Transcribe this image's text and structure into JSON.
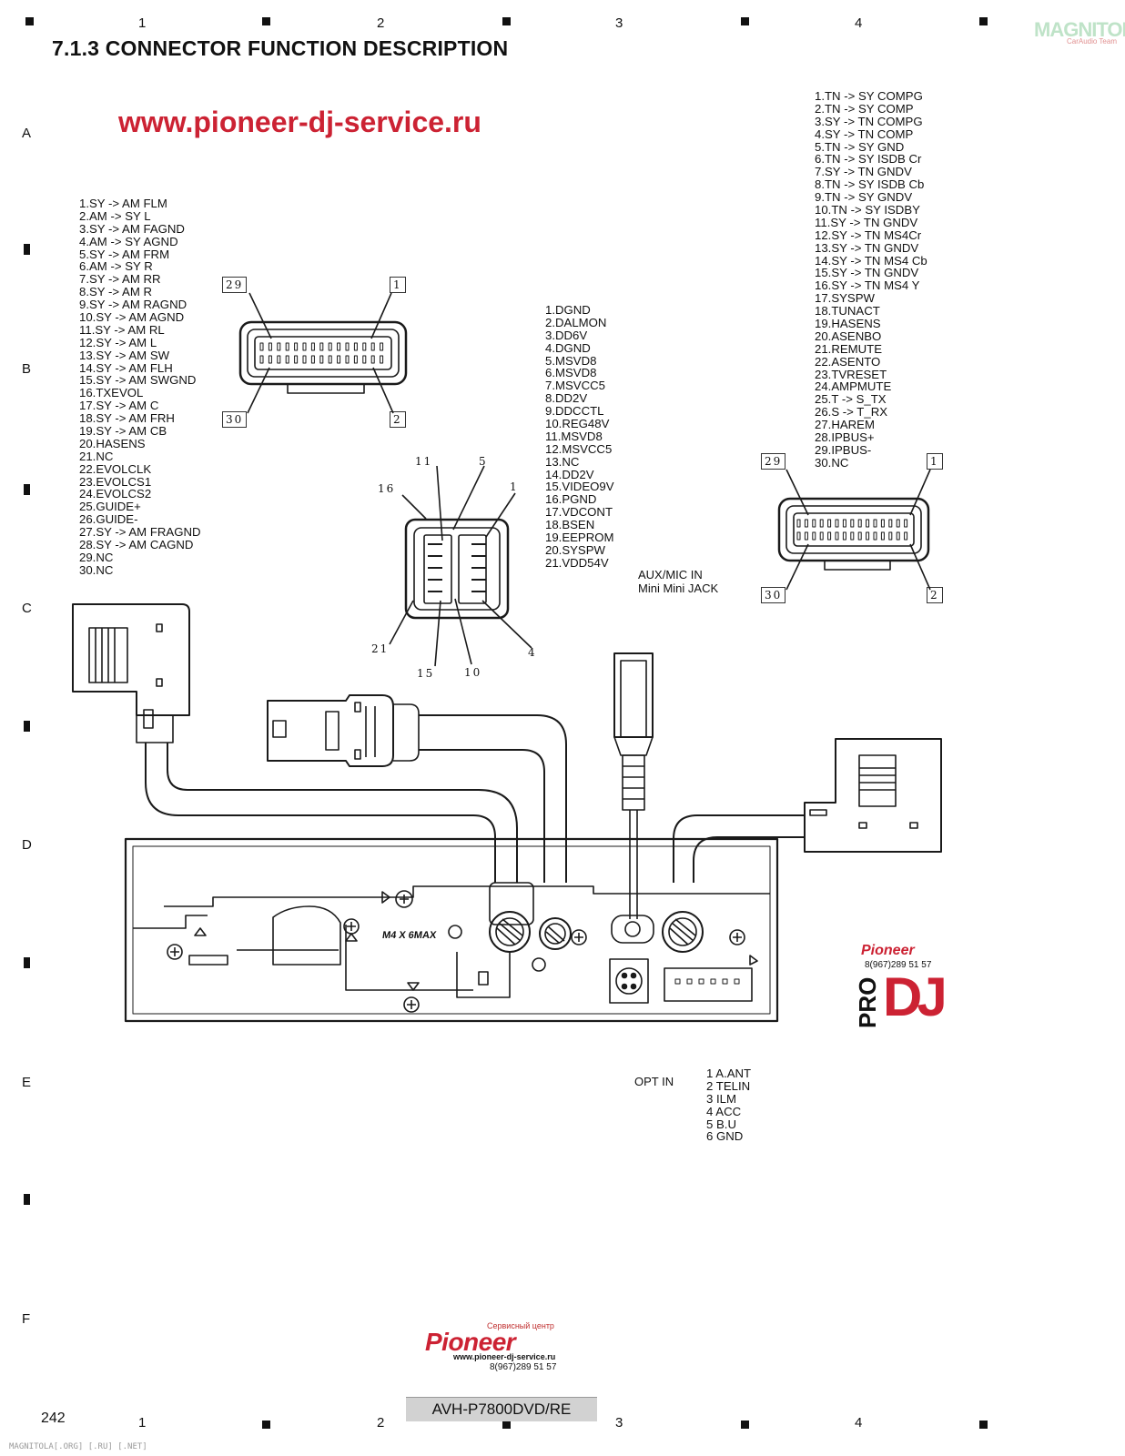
{
  "header": {
    "title": "7.1.3  CONNECTOR FUNCTION DESCRIPTION",
    "url": "www.pioneer-dj-service.ru",
    "col_labels": [
      "1",
      "2",
      "3",
      "4"
    ],
    "row_labels": [
      "A",
      "B",
      "C",
      "D",
      "E",
      "F"
    ]
  },
  "left_connector": {
    "pins": [
      "1.SY -> AM FLM",
      "2.AM -> SY L",
      "3.SY -> AM FAGND",
      "4.AM -> SY AGND",
      "5.SY -> AM FRM",
      "6.AM -> SY R",
      "7.SY -> AM RR",
      "8.SY -> AM R",
      "9.SY -> AM RAGND",
      "10.SY -> AM AGND",
      "11.SY -> AM RL",
      "12.SY -> AM L",
      "13.SY -> AM SW",
      "14.SY -> AM FLH",
      "15.SY -> AM SWGND",
      "16.TXEVOL",
      "17.SY -> AM C",
      "18.SY -> AM FRH",
      "19.SY -> AM CB",
      "20.HASENS",
      "21.NC",
      "22.EVOLCLK",
      "23.EVOLCS1",
      "24.EVOLCS2",
      "25.GUIDE+",
      "26.GUIDE-",
      "27.SY -> AM FRAGND",
      "28.SY -> AM CAGND",
      "29.NC",
      "30.NC"
    ],
    "pin_labels": {
      "p29": "29",
      "p1": "1",
      "p30": "30",
      "p2": "2"
    }
  },
  "center_connector": {
    "pins": [
      "1.DGND",
      "2.DALMON",
      "3.DD6V",
      "4.DGND",
      "5.MSVD8",
      "6.MSVD8",
      "7.MSVCC5",
      "8.DD2V",
      "9.DDCCTL",
      "10.REG48V",
      "11.MSVD8",
      "12.MSVCC5",
      "13.NC",
      "14.DD2V",
      "15.VIDEO9V",
      "16.PGND",
      "17.VDCONT",
      "18.BSEN",
      "19.EEPROM",
      "20.SYSPW",
      "21.VDD54V"
    ],
    "pin_labels": {
      "p11": "11",
      "p5": "5",
      "p16": "16",
      "p1": "1",
      "p21": "21",
      "p15": "15",
      "p10": "10",
      "p4": "4"
    }
  },
  "right_connector": {
    "pins": [
      "1.TN -> SY COMPG",
      "2.TN -> SY COMP",
      "3.SY -> TN COMPG",
      "4.SY -> TN COMP",
      "5.TN -> SY GND",
      "6.TN -> SY ISDB Cr",
      "7.SY -> TN GNDV",
      "8.TN -> SY ISDB Cb",
      "9.TN -> SY GNDV",
      "10.TN -> SY ISDBY",
      "11.SY -> TN GNDV",
      "12.SY -> TN MS4Cr",
      "13.SY -> TN GNDV",
      "14.SY -> TN MS4 Cb",
      "15.SY -> TN GNDV",
      "16.SY -> TN MS4 Y",
      "17.SYSPW",
      "18.TUNACT",
      "19.HASENS",
      "20.ASENBO",
      "21.REMUTE",
      "22.ASENTO",
      "23.TVRESET",
      "24.AMPMUTE",
      "25.T -> S_TX",
      "26.S -> T_RX",
      "27.HAREM",
      "28.IPBUS+",
      "29.IPBUS-",
      "30.NC"
    ],
    "pin_labels": {
      "p29": "29",
      "p1": "1",
      "p30": "30",
      "p2": "2"
    }
  },
  "aux": {
    "line1": "AUX/MIC IN",
    "line2": "Mini Mini JACK"
  },
  "unit": {
    "screw_label": "M4 X 6MAX"
  },
  "opt": {
    "label": "OPT IN",
    "pins": [
      "1 A.ANT",
      "2 TELIN",
      "3 ILM",
      "4 ACC",
      "5 B.U",
      "6 GND"
    ]
  },
  "logos": {
    "brand": "Pioneer",
    "phone": "8(967)289 51 57",
    "pro": "PRO",
    "dj": "DJ",
    "service_center": "Сервисный центр",
    "footer_url": "www.pioneer-dj-service.ru",
    "watermark": "MAGNITOLA",
    "watermark_sub": "CarAudio Team"
  },
  "footer": {
    "page_number": "242",
    "model": "AVH-P7800DVD/RE",
    "source": "MAGNITOLA[.ORG] [.RU] [.NET]"
  },
  "colors": {
    "accent_red": "#cc2233",
    "model_bar": "#d2d2d2"
  }
}
